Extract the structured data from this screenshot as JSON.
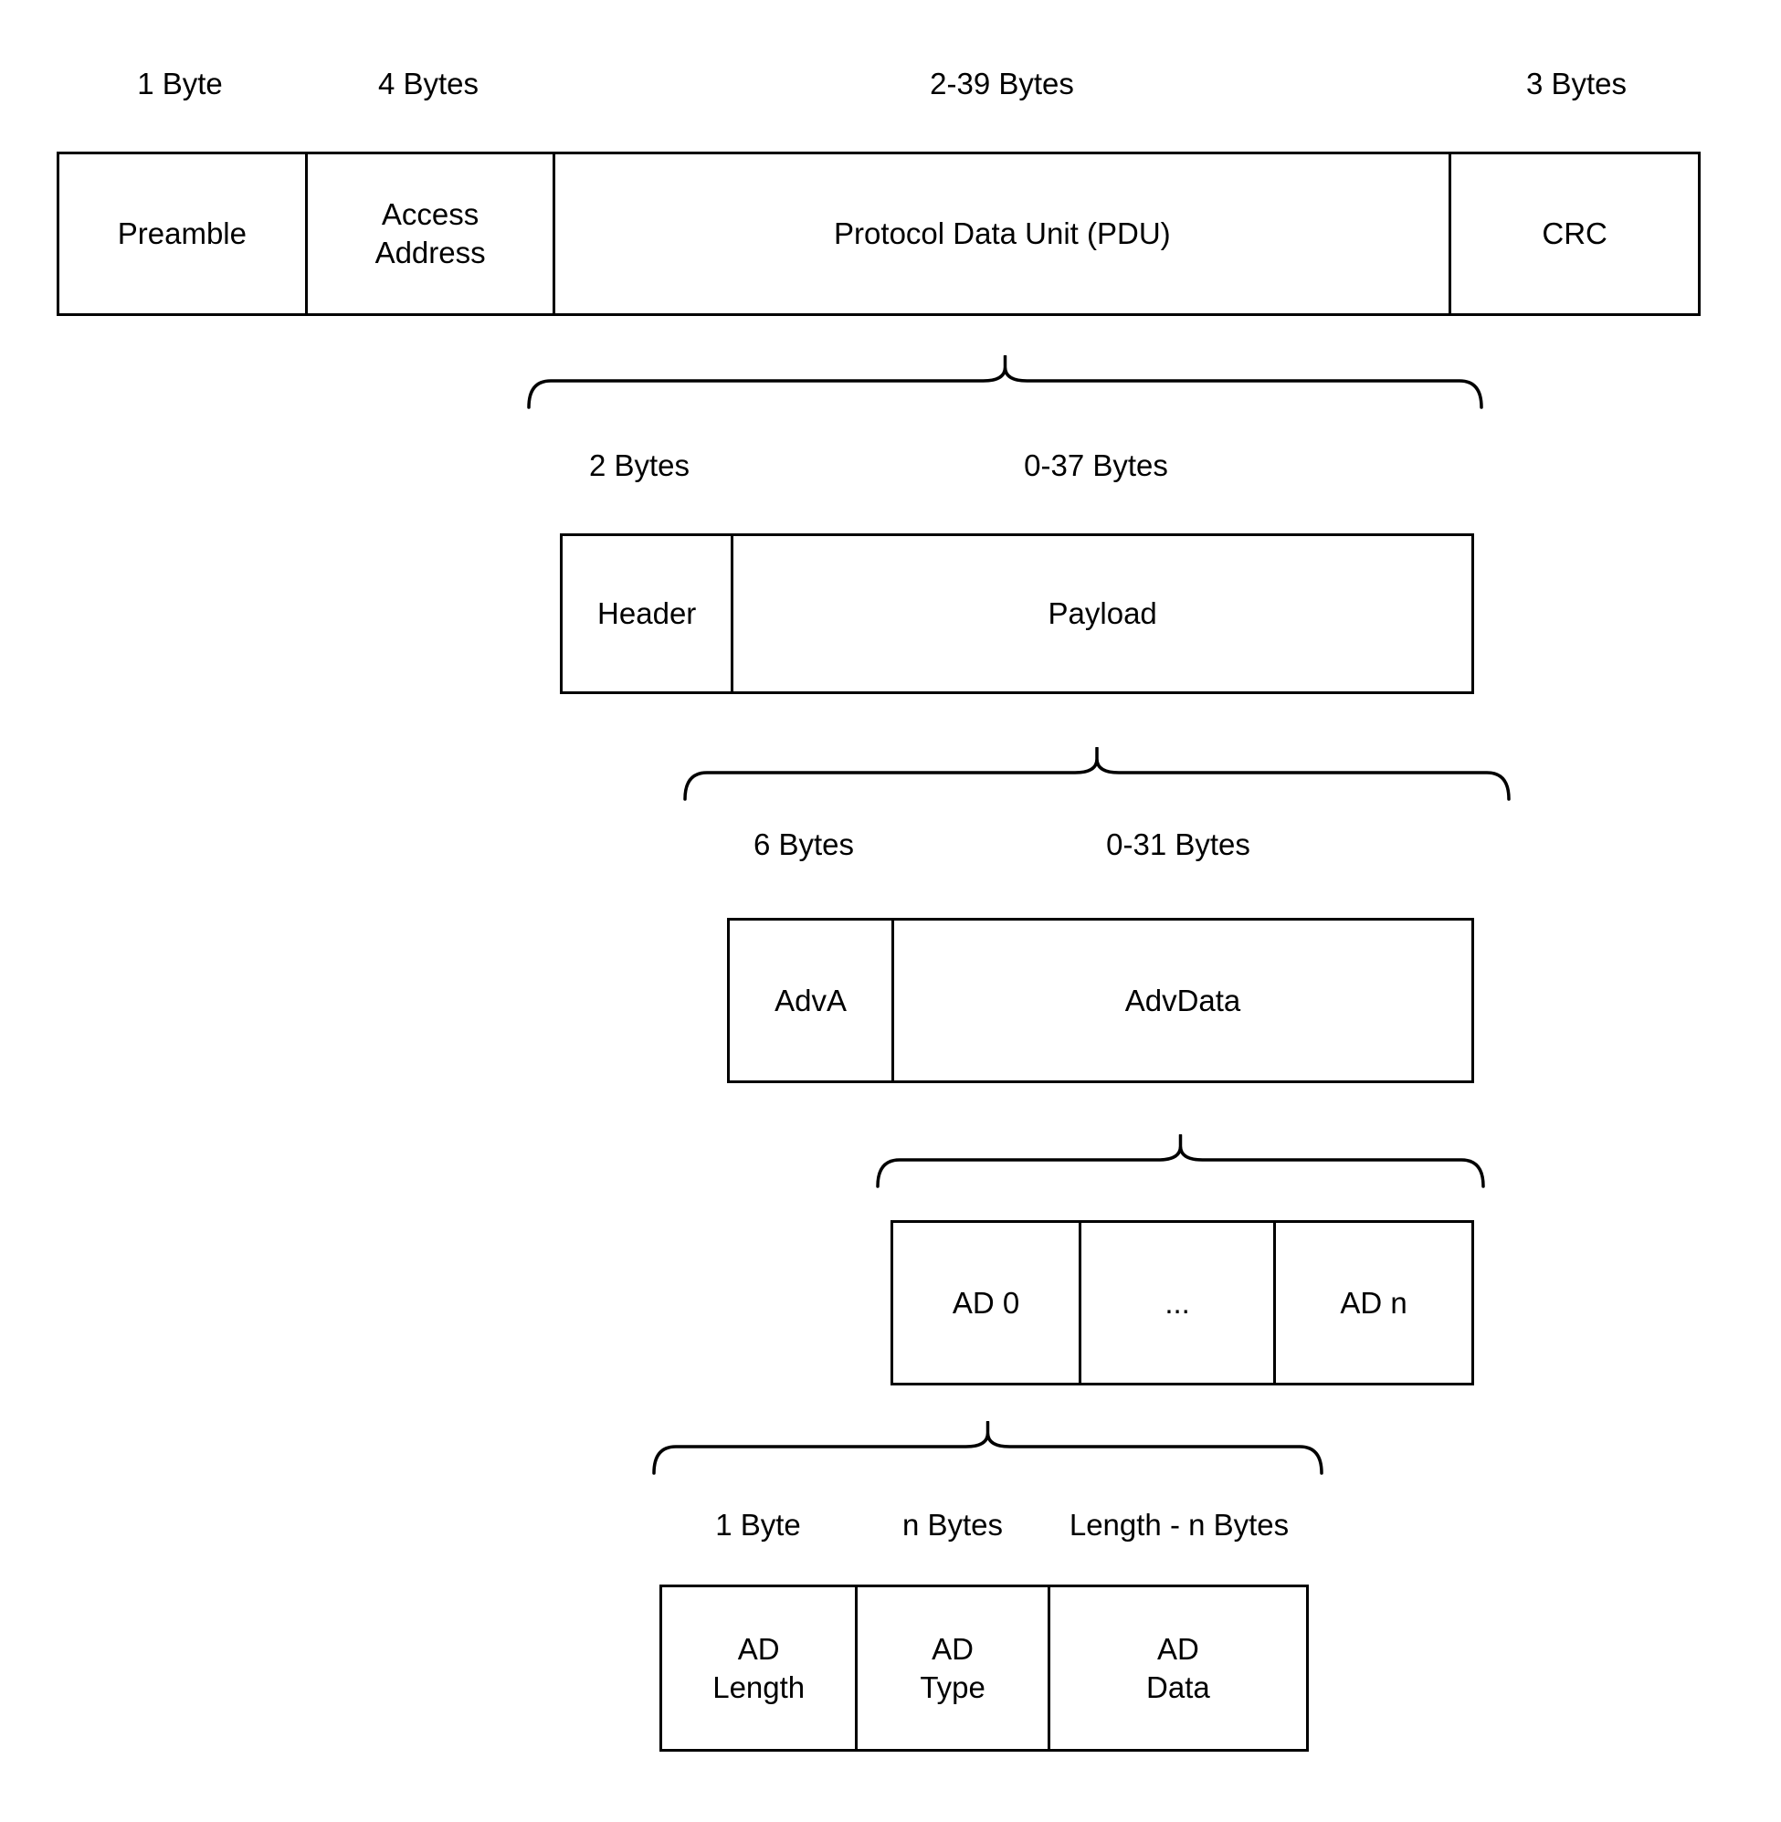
{
  "diagram": {
    "colors": {
      "stroke": "#000000",
      "background": "#ffffff",
      "text": "#000000"
    },
    "rows": [
      {
        "name": "packet",
        "size_labels": [
          "1 Byte",
          "4 Bytes",
          "2-39 Bytes",
          "3 Bytes"
        ],
        "cells": [
          "Preamble",
          "Access\nAddress",
          "Protocol Data Unit (PDU)",
          "CRC"
        ]
      },
      {
        "name": "pdu",
        "size_labels": [
          "2 Bytes",
          "0-37 Bytes"
        ],
        "cells": [
          "Header",
          "Payload"
        ]
      },
      {
        "name": "payload",
        "size_labels": [
          "6 Bytes",
          "0-31 Bytes"
        ],
        "cells": [
          "AdvA",
          "AdvData"
        ]
      },
      {
        "name": "advdata",
        "size_labels": [],
        "cells": [
          "AD 0",
          "...",
          "AD n"
        ]
      },
      {
        "name": "ad_structure",
        "size_labels": [
          "1 Byte",
          "n Bytes",
          "Length - n Bytes"
        ],
        "cells": [
          "AD\nLength",
          "AD\nType",
          "AD\nData"
        ]
      }
    ]
  }
}
